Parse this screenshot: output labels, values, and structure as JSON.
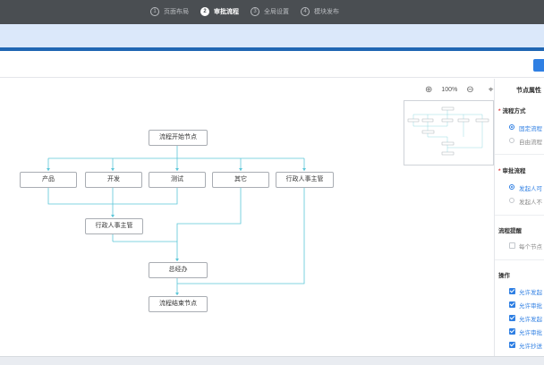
{
  "steps": [
    {
      "num": "1",
      "label": "页面布局",
      "active": false
    },
    {
      "num": "2",
      "label": "审批流程",
      "active": true
    },
    {
      "num": "3",
      "label": "全局设置",
      "active": false
    },
    {
      "num": "4",
      "label": "模块发布",
      "active": false
    }
  ],
  "zoom": {
    "level": "100%"
  },
  "flow": {
    "start": "流程开始节点",
    "branches": [
      "产品",
      "开发",
      "测试",
      "其它",
      "行政人事主管"
    ],
    "merge_hr": "行政人事主管",
    "gm": "总经办",
    "end": "流程结束节点"
  },
  "panel": {
    "title": "节点属性",
    "flow_mode": {
      "label": "流程方式",
      "options": [
        "固定流程",
        "自由流程"
      ],
      "selected": 0
    },
    "approval_flow": {
      "label": "审批流程",
      "options": [
        "发起人可",
        "发起人不"
      ],
      "selected": 0
    },
    "reminder": {
      "label": "流程提醒",
      "checkbox": "每个节点"
    },
    "ops": {
      "label": "操作",
      "items": [
        "允许发起",
        "允许审批",
        "允许发起",
        "允许审批",
        "允许抄送"
      ]
    }
  },
  "colors": {
    "accent": "#2f7fe3",
    "connector": "#5bc6d8",
    "topbar": "#4a4e52",
    "stripe": "#2066b3"
  }
}
